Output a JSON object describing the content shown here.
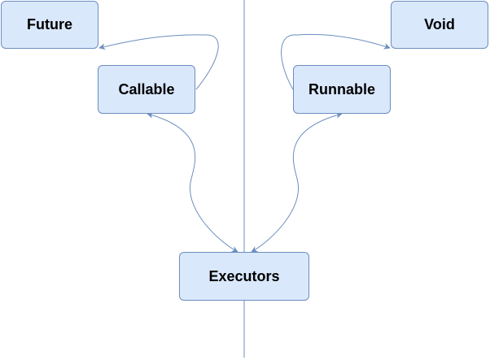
{
  "diagram": {
    "colors": {
      "node_fill": "#dae8fc",
      "node_stroke": "#6c8ebf",
      "edge": "#6c8ebf",
      "divider": "#6c8ebf",
      "text": "#000000"
    },
    "nodes": {
      "future": "Future",
      "callable": "Callable",
      "executors": "Executors",
      "runnable": "Runnable",
      "void": "Void"
    },
    "edges": [
      {
        "from": "callable",
        "to": "future",
        "direction": "forward"
      },
      {
        "from": "runnable",
        "to": "void",
        "direction": "forward"
      },
      {
        "from": "callable",
        "to": "executors",
        "direction": "both"
      },
      {
        "from": "runnable",
        "to": "executors",
        "direction": "both"
      }
    ]
  }
}
